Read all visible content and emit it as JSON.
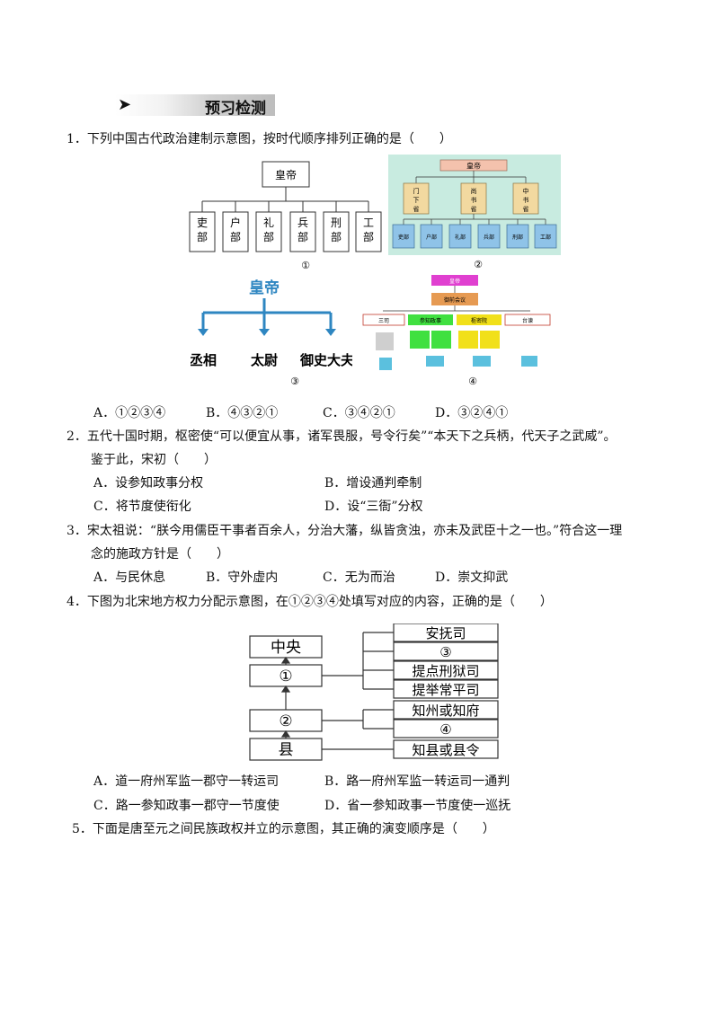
{
  "section": {
    "arrow": "➤",
    "title": "预习检测"
  },
  "q1": {
    "stem": "1．下列中国古代政治建制示意图，按时代顺序排列正确的是（　　）",
    "fig1": {
      "top": "皇帝",
      "boxes": [
        "吏部",
        "户部",
        "礼部",
        "兵部",
        "刑部",
        "工部"
      ],
      "label": "①"
    },
    "fig2": {
      "top": "皇帝",
      "mid": [
        "门下省",
        "尚书省",
        "中书省"
      ],
      "bottom": [
        "吏部",
        "户部",
        "礼部",
        "兵部",
        "刑部",
        "工部"
      ],
      "label": "②"
    },
    "fig3": {
      "top": "皇帝",
      "bottom": [
        "丞相",
        "太尉",
        "御史大夫"
      ],
      "label": "③"
    },
    "fig4": {
      "top": "皇帝",
      "second": "御前会议",
      "row": [
        "三司",
        "参知政事",
        "枢密院",
        "台谏"
      ],
      "label": "④"
    },
    "options": [
      "A．①②③④",
      "B．④③②①",
      "C．③④②①",
      "D．③②④①"
    ]
  },
  "q2": {
    "stem1": "2．五代十国时期，枢密使“可以便宜从事，诸军畏服，号令行矣”“本天下之兵柄，代天子之武威”。",
    "stem2": "鉴于此，宋初（　　）",
    "options": [
      "A．设参知政事分权",
      "B．增设通判牵制",
      "C．将节度使衔化",
      "D．设“三衙”分权"
    ]
  },
  "q3": {
    "stem1": "3．宋太祖说：“朕今用儒臣干事者百余人，分治大藩，纵皆贪浊，亦未及武臣十之一也。”符合这一理",
    "stem2": "念的施政方针是（　　）",
    "options": [
      "A．与民休息",
      "B．守外虚内",
      "C．无为而治",
      "D．崇文抑武"
    ]
  },
  "q4": {
    "stem": "4．下图为北宋地方权力分配示意图，在①②③④处填写对应的内容，正确的是（　　）",
    "left": [
      "中央",
      "①",
      "②",
      "县"
    ],
    "right": [
      "安抚司",
      "③",
      "提点刑狱司",
      "提举常平司",
      "知州或知府",
      "④",
      "知县或县令"
    ],
    "options": [
      "A．道一府州军监一郡守一转运司",
      "B．路一府州军监一转运司一通判",
      "C．路一参知政事一郡守一节度使",
      "D．省一参知政事一节度使一巡抚"
    ]
  },
  "q5": {
    "stem": "5．下面是唐至元之间民族政权并立的示意图，其正确的演变顺序是（　　）"
  }
}
